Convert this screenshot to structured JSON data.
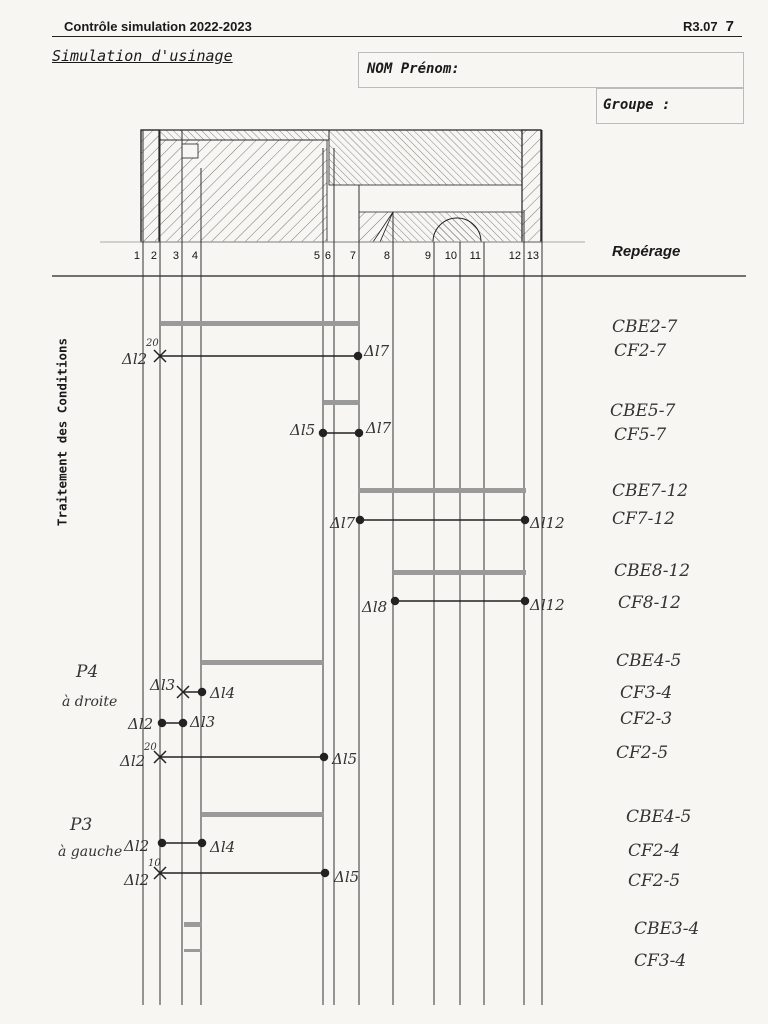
{
  "header": {
    "left": "Contrôle simulation 2022-2023",
    "course": "R3.07",
    "page": "7"
  },
  "subtitle": "Simulation d'usinage",
  "fields": {
    "name_label": "NOM Prénom:",
    "group_label": "Groupe :"
  },
  "reperage_label": "Repérage",
  "side_title": "Traitement des Conditions",
  "surface_numbers": [
    "1",
    "2",
    "3",
    "4",
    "5",
    "6",
    "7",
    "8",
    "9",
    "10",
    "11",
    "12",
    "13"
  ],
  "conditions": [
    {
      "cbe": "CBE2-7",
      "cf": [
        "CF2-7"
      ]
    },
    {
      "cbe": "CBE5-7",
      "cf": [
        "CF5-7"
      ]
    },
    {
      "cbe": "CBE7-12",
      "cf": [
        "CF7-12"
      ]
    },
    {
      "cbe": "CBE8-12",
      "cf": [
        "CF8-12"
      ]
    },
    {
      "cbe": "CBE4-5",
      "cf": [
        "CF3-4",
        "CF2-3",
        "CF2-5"
      ]
    },
    {
      "cbe": "CBE4-5",
      "cf": [
        "CF2-4",
        "CF2-5"
      ]
    },
    {
      "cbe": "CBE3-4",
      "cf": [
        "CF3-4"
      ]
    }
  ],
  "phase_notes": [
    {
      "phase": "P4",
      "side": "à droite"
    },
    {
      "phase": "P3",
      "side": "à gauche"
    }
  ],
  "dim_labels": {
    "r1_left": "Δl2",
    "r1_left_sup": "20",
    "r1_right": "Δl7",
    "r2_left": "Δl5",
    "r2_right": "Δl7",
    "r3_left": "Δl7",
    "r3_right": "Δl12",
    "r4_left": "Δl8",
    "r4_right": "Δl12",
    "r5a_left": "Δl3",
    "r5a_right": "Δl4",
    "r5b_left": "Δl2",
    "r5b_right": "Δl3",
    "r5c_left": "Δl2",
    "r5c_left_sup": "20",
    "r5c_right": "Δl5",
    "r6a_left": "Δl2",
    "r6a_right": "Δl4",
    "r6b_left": "Δl2",
    "r6b_left_sup": "10",
    "r6b_right": "Δl5"
  }
}
